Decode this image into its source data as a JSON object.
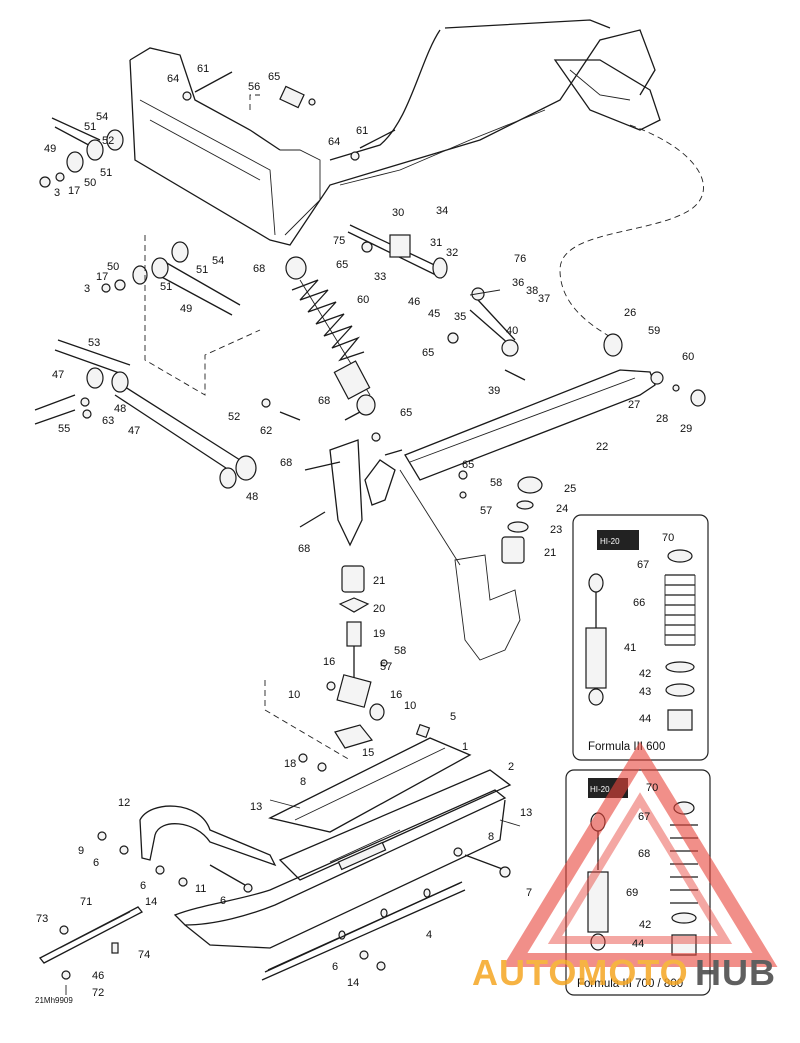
{
  "figure_code": "21Mh9909",
  "insets": [
    {
      "caption": "Formula III 600",
      "decal_text": "HI-20"
    },
    {
      "caption": "Formula III 700 / 800",
      "decal_text": "HI-20"
    }
  ],
  "watermark": {
    "text_auto": "AUTOMOTO",
    "text_hub": "HUB",
    "color_auto": "#f5a623",
    "color_hub": "#444444",
    "color_triangle": "#e8443a"
  },
  "callouts": [
    {
      "id": "c1",
      "label": "61"
    },
    {
      "id": "c2",
      "label": "64"
    },
    {
      "id": "c3",
      "label": "65"
    },
    {
      "id": "c4",
      "label": "56"
    },
    {
      "id": "c5",
      "label": "54"
    },
    {
      "id": "c6",
      "label": "51"
    },
    {
      "id": "c7",
      "label": "52"
    },
    {
      "id": "c8",
      "label": "49"
    },
    {
      "id": "c9",
      "label": "50"
    },
    {
      "id": "c10",
      "label": "51"
    },
    {
      "id": "c11",
      "label": "3"
    },
    {
      "id": "c12",
      "label": "17"
    },
    {
      "id": "c13",
      "label": "64"
    },
    {
      "id": "c14",
      "label": "61"
    },
    {
      "id": "c15",
      "label": "30"
    },
    {
      "id": "c16",
      "label": "34"
    },
    {
      "id": "c17",
      "label": "75"
    },
    {
      "id": "c18",
      "label": "31"
    },
    {
      "id": "c19",
      "label": "32"
    },
    {
      "id": "c20",
      "label": "54"
    },
    {
      "id": "c21",
      "label": "51"
    },
    {
      "id": "c22",
      "label": "68"
    },
    {
      "id": "c23",
      "label": "65"
    },
    {
      "id": "c24",
      "label": "33"
    },
    {
      "id": "c25",
      "label": "76"
    },
    {
      "id": "c26",
      "label": "17"
    },
    {
      "id": "c27",
      "label": "50"
    },
    {
      "id": "c28",
      "label": "3"
    },
    {
      "id": "c29",
      "label": "51"
    },
    {
      "id": "c30",
      "label": "36"
    },
    {
      "id": "c31",
      "label": "38"
    },
    {
      "id": "c32",
      "label": "37"
    },
    {
      "id": "c33",
      "label": "60"
    },
    {
      "id": "c34",
      "label": "46"
    },
    {
      "id": "c35",
      "label": "45"
    },
    {
      "id": "c36",
      "label": "35"
    },
    {
      "id": "c37",
      "label": "49"
    },
    {
      "id": "c38",
      "label": "26"
    },
    {
      "id": "c39",
      "label": "59"
    },
    {
      "id": "c40",
      "label": "53"
    },
    {
      "id": "c41",
      "label": "40"
    },
    {
      "id": "c42",
      "label": "65"
    },
    {
      "id": "c43",
      "label": "60"
    },
    {
      "id": "c44",
      "label": "47"
    },
    {
      "id": "c45",
      "label": "39"
    },
    {
      "id": "c46",
      "label": "27"
    },
    {
      "id": "c47",
      "label": "28"
    },
    {
      "id": "c48",
      "label": "29"
    },
    {
      "id": "c49",
      "label": "48"
    },
    {
      "id": "c50",
      "label": "52"
    },
    {
      "id": "c51",
      "label": "68"
    },
    {
      "id": "c52",
      "label": "65"
    },
    {
      "id": "c53",
      "label": "63"
    },
    {
      "id": "c54",
      "label": "55"
    },
    {
      "id": "c55",
      "label": "62"
    },
    {
      "id": "c56",
      "label": "47"
    },
    {
      "id": "c57",
      "label": "22"
    },
    {
      "id": "c58",
      "label": "68"
    },
    {
      "id": "c59",
      "label": "65"
    },
    {
      "id": "c60",
      "label": "58"
    },
    {
      "id": "c61",
      "label": "25"
    },
    {
      "id": "c62",
      "label": "48"
    },
    {
      "id": "c63",
      "label": "57"
    },
    {
      "id": "c64",
      "label": "24"
    },
    {
      "id": "c65",
      "label": "68"
    },
    {
      "id": "c66",
      "label": "23"
    },
    {
      "id": "c67",
      "label": "21"
    },
    {
      "id": "c68",
      "label": "21"
    },
    {
      "id": "c69",
      "label": "20"
    },
    {
      "id": "c70",
      "label": "19"
    },
    {
      "id": "c71",
      "label": "58"
    },
    {
      "id": "c72",
      "label": "16"
    },
    {
      "id": "c73",
      "label": "57"
    },
    {
      "id": "c74",
      "label": "10"
    },
    {
      "id": "c75",
      "label": "16"
    },
    {
      "id": "c76",
      "label": "10"
    },
    {
      "id": "c77",
      "label": "5"
    },
    {
      "id": "c78",
      "label": "15"
    },
    {
      "id": "c79",
      "label": "1"
    },
    {
      "id": "c80",
      "label": "18"
    },
    {
      "id": "c81",
      "label": "8"
    },
    {
      "id": "c82",
      "label": "2"
    },
    {
      "id": "c83",
      "label": "12"
    },
    {
      "id": "c84",
      "label": "13"
    },
    {
      "id": "c85",
      "label": "13"
    },
    {
      "id": "c86",
      "label": "9"
    },
    {
      "id": "c87",
      "label": "6"
    },
    {
      "id": "c88",
      "label": "8"
    },
    {
      "id": "c89",
      "label": "6"
    },
    {
      "id": "c90",
      "label": "14"
    },
    {
      "id": "c91",
      "label": "11"
    },
    {
      "id": "c92",
      "label": "6"
    },
    {
      "id": "c93",
      "label": "7"
    },
    {
      "id": "c94",
      "label": "71"
    },
    {
      "id": "c95",
      "label": "73"
    },
    {
      "id": "c96",
      "label": "74"
    },
    {
      "id": "c97",
      "label": "4"
    },
    {
      "id": "c98",
      "label": "6"
    },
    {
      "id": "c99",
      "label": "14"
    },
    {
      "id": "c100",
      "label": "46"
    },
    {
      "id": "c101",
      "label": "72"
    },
    {
      "id": "i1",
      "label": "70"
    },
    {
      "id": "i2",
      "label": "67"
    },
    {
      "id": "i3",
      "label": "66"
    },
    {
      "id": "i4",
      "label": "41"
    },
    {
      "id": "i5",
      "label": "42"
    },
    {
      "id": "i6",
      "label": "43"
    },
    {
      "id": "i7",
      "label": "44"
    },
    {
      "id": "j1",
      "label": "70"
    },
    {
      "id": "j2",
      "label": "67"
    },
    {
      "id": "j3",
      "label": "68"
    },
    {
      "id": "j4",
      "label": "69"
    },
    {
      "id": "j5",
      "label": "42"
    },
    {
      "id": "j6",
      "label": "44"
    }
  ]
}
